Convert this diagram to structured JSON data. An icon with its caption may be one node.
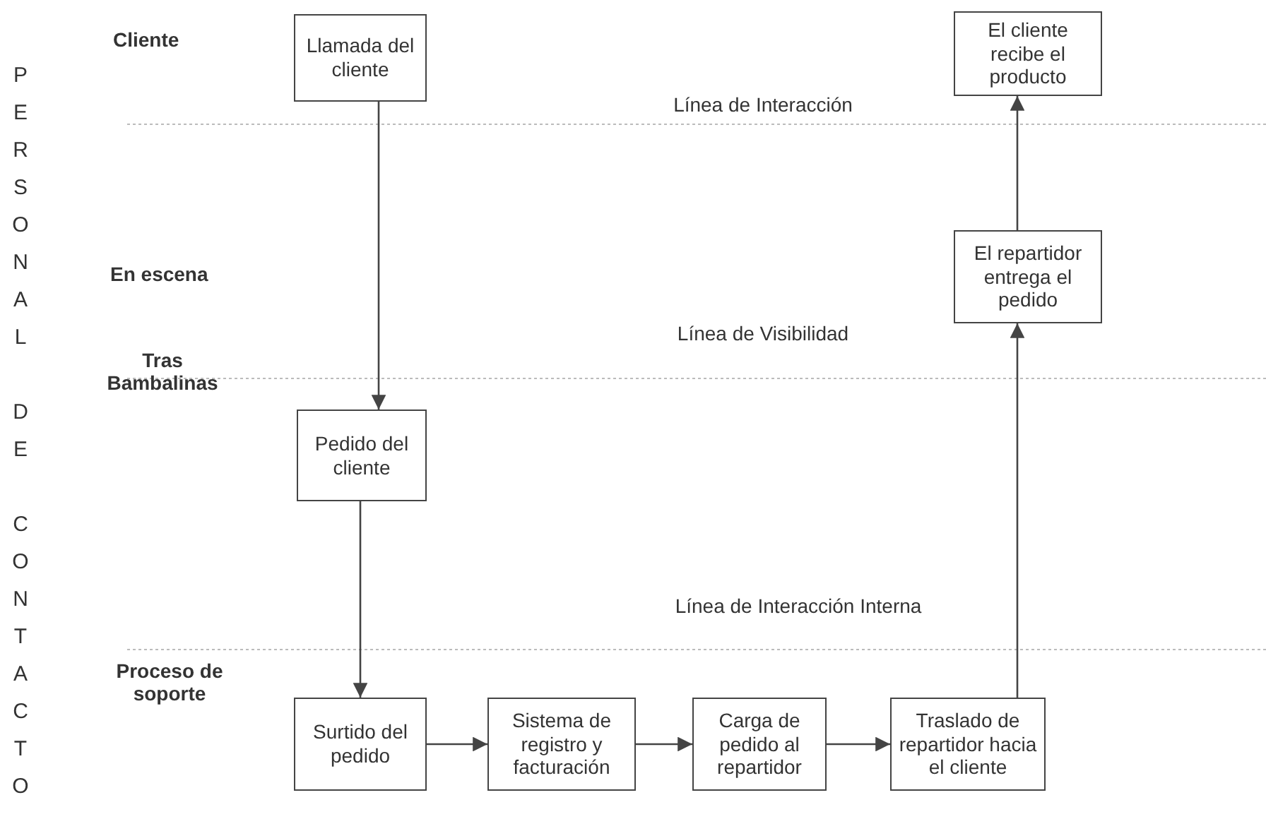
{
  "diagram": {
    "nodes": [
      {
        "text": [
          "Llamada del cliente"
        ]
      },
      {
        "text": [
          "El cliente recibe el producto"
        ]
      },
      {
        "text": [
          "El repartidor entrega el pedido"
        ]
      },
      {
        "text": [
          "Pedido del cliente"
        ]
      },
      {
        "text": [
          "Surtido del pedido"
        ]
      },
      {
        "text": [
          "Sistema de registro y facturación"
        ]
      },
      {
        "text": [
          "Carga de pedido al repartidor"
        ]
      },
      {
        "text": [
          "Traslado de repartidor hacia el cliente"
        ]
      }
    ],
    "edges": [
      {
        "from": 0,
        "to": 3,
        "arrow": "to"
      },
      {
        "from": 3,
        "to": 4,
        "arrow": "to"
      },
      {
        "from": 4,
        "to": 5,
        "arrow": "to"
      },
      {
        "from": 5,
        "to": 6,
        "arrow": "to"
      },
      {
        "from": 6,
        "to": 7,
        "arrow": "to"
      },
      {
        "from": 7,
        "to": 2,
        "arrow": "to"
      },
      {
        "from": 2,
        "to": 1,
        "arrow": "to"
      }
    ],
    "labels": [
      "PERSONAL DE CONTACTO",
      "Cliente",
      "Línea de Interacción",
      "En escena",
      "Línea de Visibilidad",
      "Tras Bambalinas",
      "Línea de Interacción Interna",
      "Proceso de soporte"
    ]
  }
}
